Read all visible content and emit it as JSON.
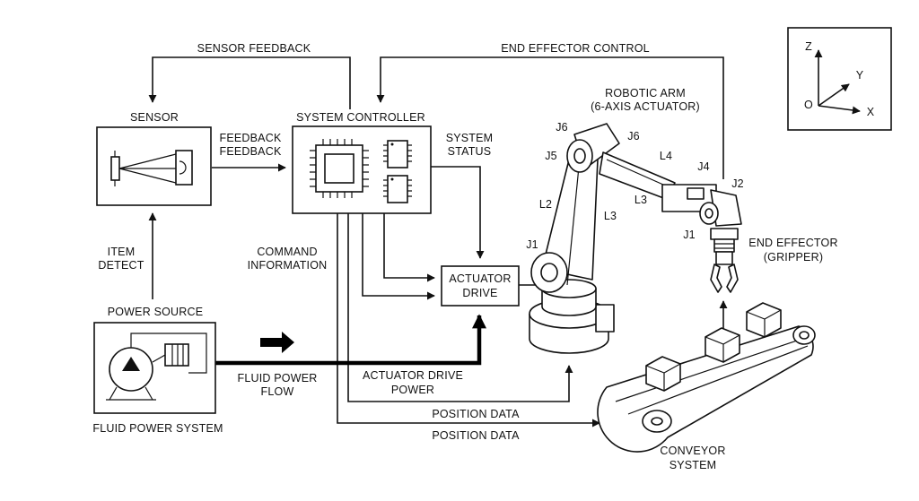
{
  "labels": {
    "sensor_feedback": "SENSOR FEEDBACK",
    "end_effector_control": "END EFFECTOR CONTROL",
    "sensor": "SENSOR",
    "system_controller": "SYSTEM CONTROLLER",
    "feedback_1": "FEEDBACK",
    "feedback_2": "FEEDBACK",
    "system_status_1": "SYSTEM",
    "system_status_2": "STATUS",
    "item_detect_1": "ITEM",
    "item_detect_2": "DETECT",
    "command_info_1": "COMMAND",
    "command_info_2": "INFORMATION",
    "actuator_drive_1": "ACTUATOR",
    "actuator_drive_2": "DRIVE",
    "power_source": "POWER SOURCE",
    "fluid_power_system": "FLUID POWER SYSTEM",
    "fluid_power_flow_1": "FLUID POWER",
    "fluid_power_flow_2": "FLOW",
    "actuator_drive_power_1": "ACTUATOR DRIVE",
    "actuator_drive_power_2": "POWER",
    "position_data_1": "POSITION DATA",
    "position_data_2": "POSITION DATA",
    "robotic_arm_1": "ROBOTIC ARM",
    "robotic_arm_2": "(6-AXIS ACTUATOR)",
    "end_effector_1": "END EFFECTOR",
    "end_effector_2": "(GRIPPER)",
    "conveyor_1": "CONVEYOR",
    "conveyor_2": "SYSTEM"
  },
  "joints": {
    "j6_a": "J6",
    "j6_b": "J6",
    "j5": "J5",
    "j4": "J4",
    "j2": "J2",
    "j1_a": "J1",
    "j1_b": "J1",
    "l2": "L2",
    "l3_a": "L3",
    "l3_b": "L3",
    "l4": "L4"
  },
  "axes": {
    "z": "Z",
    "y": "Y",
    "x": "X",
    "origin": "O"
  }
}
